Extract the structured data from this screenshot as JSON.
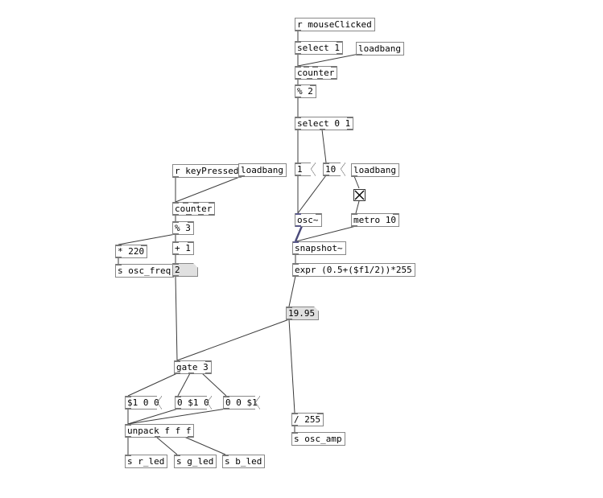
{
  "objects": {
    "r_mouse": "r mouseClicked",
    "select1": "select 1",
    "loadbang1": "loadbang",
    "counter1": "counter",
    "mod2": "% 2",
    "select01": "select 0 1",
    "msg1": "1",
    "msg10": "10",
    "loadbang2": "loadbang",
    "osc": "osc~",
    "metro": "metro 10",
    "snapshot": "snapshot~",
    "expr": "expr (0.5+($f1/2))*255",
    "num_amp": "19.95",
    "div255": "/ 255",
    "s_amp": "s osc_amp",
    "r_key": "r keyPressed",
    "loadbang3": "loadbang",
    "counter2": "counter",
    "mod3": "% 3",
    "mul220": "* 220",
    "s_freq": "s osc_freq",
    "plus1": "+ 1",
    "num_sel": "2",
    "gate": "gate 3",
    "msg_r": "$1 0 0",
    "msg_g": "0 $1 0",
    "msg_b": "0 0 $1",
    "unpack": "unpack f f f",
    "s_r": "s r_led",
    "s_g": "s g_led",
    "s_b": "s b_led"
  },
  "toggle": {
    "state": "on",
    "icon": "toggle-x-icon"
  },
  "colors": {
    "canvas": "#ffffff",
    "border": "#888888",
    "number_bg": "#e0e0e0",
    "signal_wire": "#4a4a7a"
  }
}
